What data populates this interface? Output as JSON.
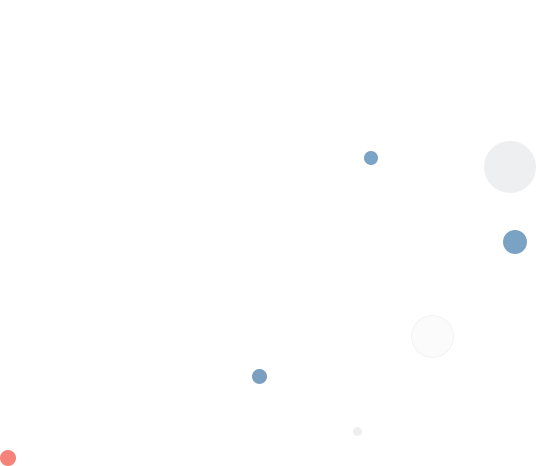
{
  "dots": [
    {
      "role": "small-blue",
      "color": "#7ba3c5"
    },
    {
      "role": "large-light-gray",
      "color": "#eeeff1"
    },
    {
      "role": "medium-blue",
      "color": "#7aa2c3"
    },
    {
      "role": "faint-outline",
      "color": "#fbfbfb",
      "border": "#f3f3f3"
    },
    {
      "role": "small-blue",
      "color": "#7a9fc0"
    },
    {
      "role": "tiny-gray",
      "color": "#eeeeee"
    },
    {
      "role": "coral",
      "color": "#f4837a"
    }
  ]
}
